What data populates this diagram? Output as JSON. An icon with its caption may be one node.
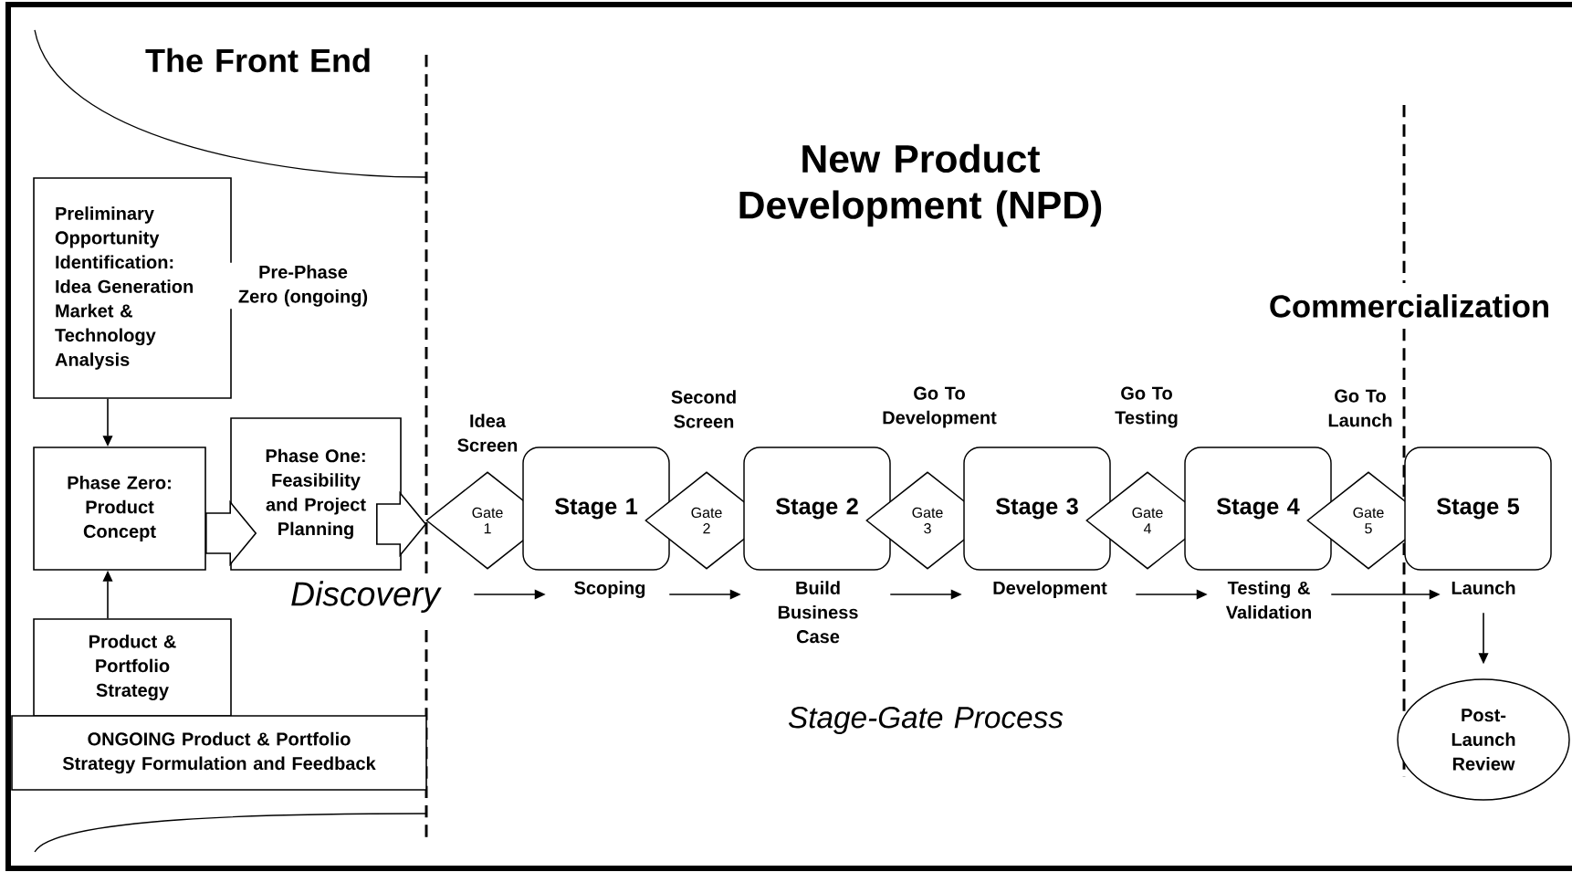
{
  "diagram": {
    "nodes": [
      {
        "text": [
          "Preliminary Opportunity Identification: Idea Generation Market & Technology Analysis"
        ],
        "beside": [
          "Pre-Phase Zero (ongoing)"
        ]
      },
      {
        "text": [
          "Phase Zero: Product Concept"
        ]
      },
      {
        "text": [
          "Phase One: Feasibility and Project Planning"
        ]
      },
      {
        "text": [
          "Product & Portfolio Strategy"
        ]
      },
      {
        "text": [
          "ONGOING Product & Portfolio Strategy Formulation and Feedback"
        ]
      },
      {
        "text": [
          "Gate 1"
        ]
      },
      {
        "text": [
          "Stage 1"
        ]
      },
      {
        "text": [
          "Gate 2"
        ]
      },
      {
        "text": [
          "Stage 2"
        ]
      },
      {
        "text": [
          "Gate 3"
        ]
      },
      {
        "text": [
          "Stage 3"
        ]
      },
      {
        "text": [
          "Gate 4"
        ]
      },
      {
        "text": [
          "Stage 4"
        ]
      },
      {
        "text": [
          "Gate 5"
        ]
      },
      {
        "text": [
          "Stage 5"
        ]
      },
      {
        "text": [
          "Discovery"
        ]
      },
      {
        "text": [
          "Scoping"
        ]
      },
      {
        "text": [
          "Build Business Case"
        ]
      },
      {
        "text": [
          "Development"
        ]
      },
      {
        "text": [
          "Testing & Validation"
        ]
      },
      {
        "text": [
          "Launch"
        ]
      },
      {
        "text": [
          "Post- Launch Review"
        ]
      }
    ],
    "edges": [
      {
        "from": 0,
        "to": 1,
        "arrow": "to"
      },
      {
        "from": 3,
        "to": 1,
        "arrow": "to"
      },
      {
        "from": 1,
        "to": 2,
        "arrow": "to",
        "style": "thick"
      },
      {
        "from": 2,
        "to": 5,
        "arrow": "to",
        "style": "thick"
      },
      {
        "from": 15,
        "to": 16,
        "arrow": "to"
      },
      {
        "from": 16,
        "to": 17,
        "arrow": "to"
      },
      {
        "from": 17,
        "to": 18,
        "arrow": "to"
      },
      {
        "from": 18,
        "to": 19,
        "arrow": "to"
      },
      {
        "from": 19,
        "to": 20,
        "arrow": "to"
      },
      {
        "from": 20,
        "to": 21,
        "arrow": "to"
      }
    ],
    "labels": [
      "The Front End",
      "New Product Development (NPD)",
      "Commercialization",
      "Second Screen",
      "Go To Development",
      "Go To Testing",
      "Go To Launch",
      "Idea Screen",
      "Stage-Gate Process"
    ]
  }
}
